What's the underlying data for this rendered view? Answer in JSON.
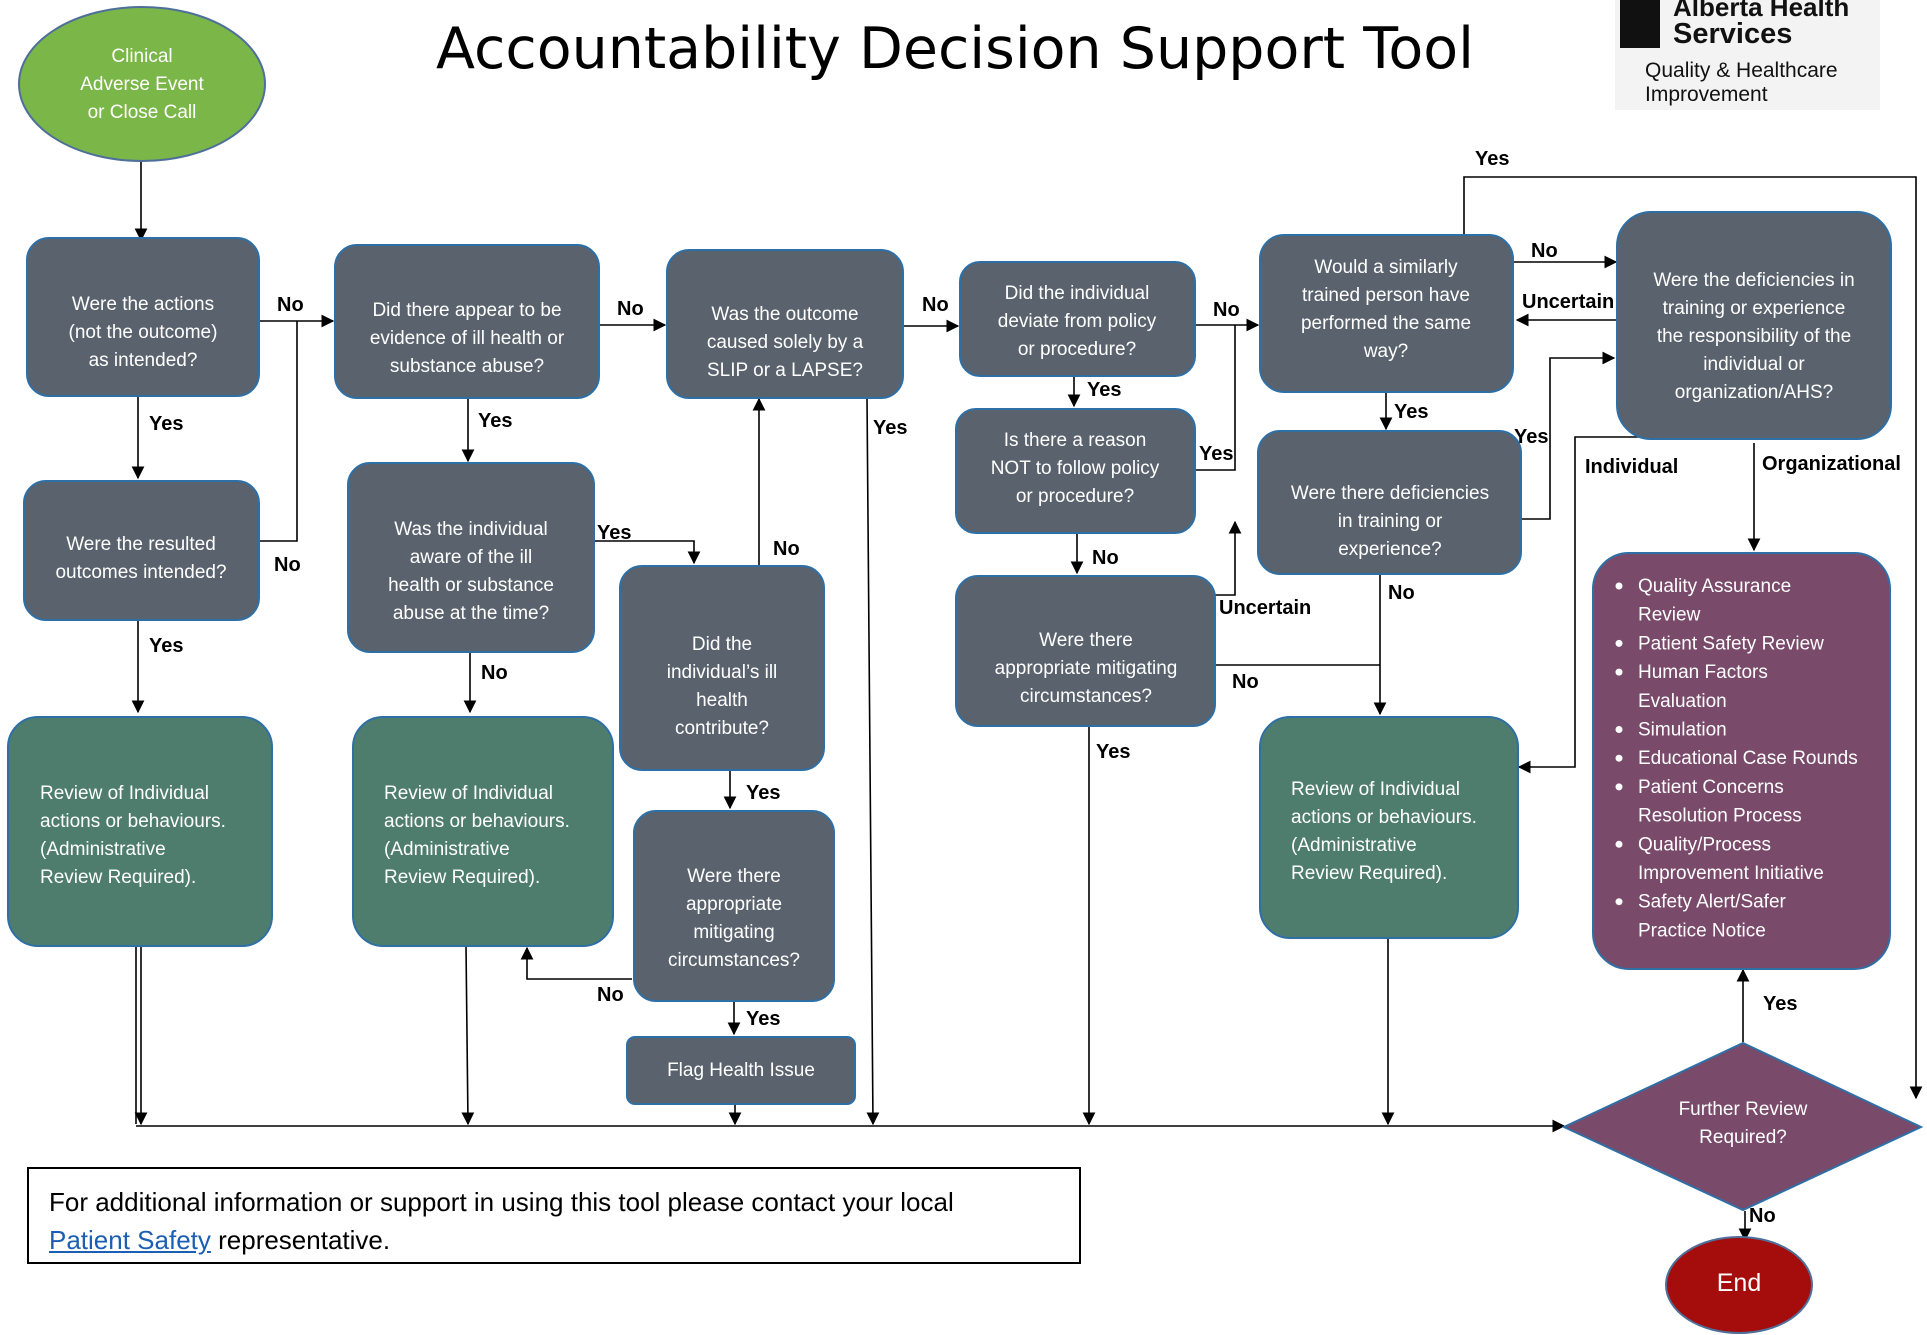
{
  "title": "Accountability Decision Support Tool",
  "logo": {
    "line1": "Alberta Health",
    "line2": "Services",
    "line3": "Quality & Healthcare",
    "line4": "Improvement"
  },
  "colors": {
    "question": "#5a636d",
    "review": "#4e7d6e",
    "start": "#7ab648",
    "list": "#7a4a6b",
    "end": "#a50d0d"
  },
  "nodes": {
    "start": "Clinical\nAdverse Event\nor Close Call",
    "q_actions": "Were the actions\n(not the outcome)\nas intended?",
    "q_outcomes": "Were the resulted\noutcomes intended?",
    "review1": "Review of Individual\nactions or behaviours.\n(Administrative\nReview Required).",
    "q_illhealth": "Did there appear to be\nevidence of ill health or\nsubstance abuse?",
    "q_aware": "Was the individual\naware of the ill\nhealth or substance\nabuse at the time?",
    "review2": "Review of Individual\nactions or behaviours.\n(Administrative\nReview Required).",
    "q_contribute": "Did the\nindividual’s ill\nhealth\ncontribute?",
    "q_slip": "Was the outcome\ncaused solely by a\nSLIP or a LAPSE?",
    "q_mitig1": "Were there\nappropriate\nmitigating\ncircumstances?",
    "flag": "Flag Health Issue",
    "q_deviate": "Did the individual\ndeviate from policy\nor procedure?",
    "q_reason": "Is there a reason\nNOT to follow policy\nor procedure?",
    "q_mitig2": "Were there\nappropriate mitigating\ncircumstances?",
    "q_similar": "Would a similarly\ntrained person have\nperformed the same\nway?",
    "q_deficient": "Were there deficiencies\nin training or\nexperience?",
    "review3": "Review of Individual\nactions or behaviours.\n(Administrative\nReview Required).",
    "q_responsibility": "Were the deficiencies in\ntraining or experience\nthe responsibility of the\nindividual or\norganization/AHS?",
    "q_further": "Further Review\nRequired?",
    "end": "End"
  },
  "review_options": [
    "Quality Assurance\nReview",
    "Patient Safety Review",
    "Human Factors\nEvaluation",
    "Simulation",
    "Educational Case Rounds",
    "Patient Concerns\nResolution Process",
    "Quality/Process\nImprovement Initiative",
    "Safety Alert/Safer\nPractice Notice"
  ],
  "edge_labels": {
    "yes": "Yes",
    "no": "No",
    "uncertain": "Uncertain",
    "individual": "Individual",
    "organizational": "Organizational"
  },
  "info": {
    "text_before": "For additional information or support in using this tool please contact your local",
    "link": "Patient Safety",
    "text_after": " representative."
  }
}
